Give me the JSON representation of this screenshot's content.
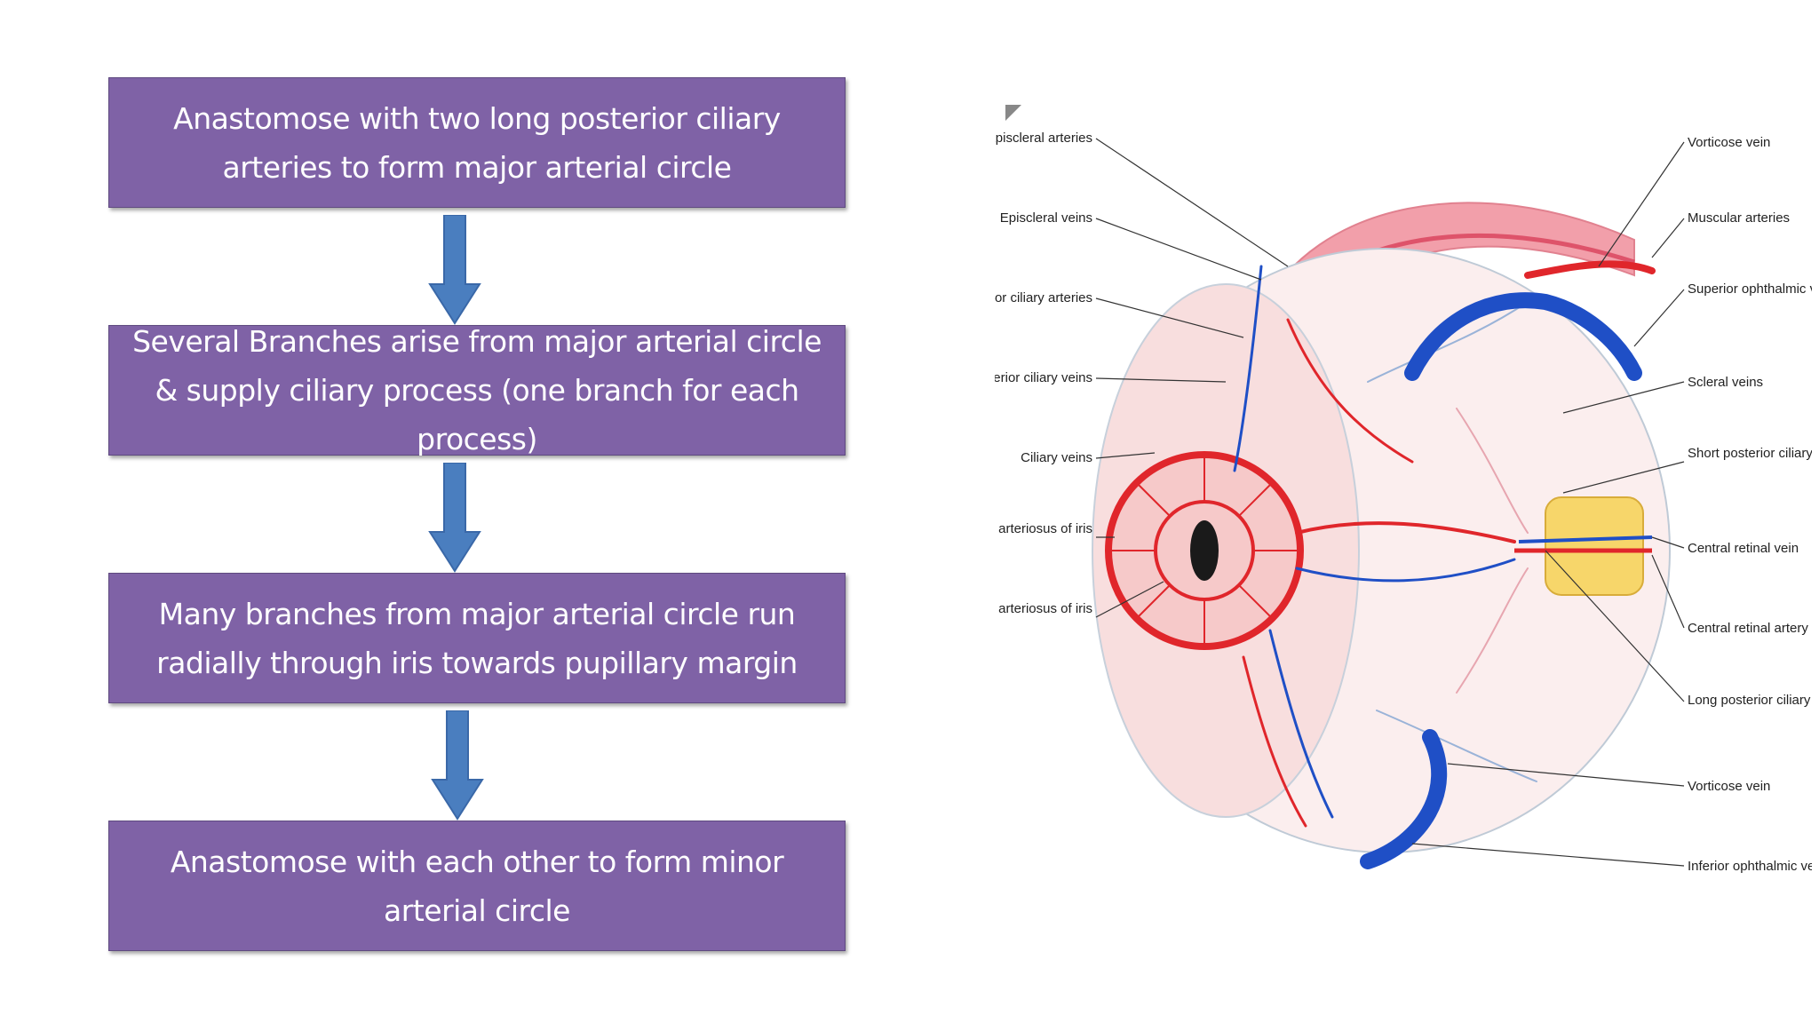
{
  "flowchart": {
    "steps": [
      "Anastomose with two long posterior ciliary arteries to form major arterial circle",
      "Several Branches arise from major arterial circle & supply ciliary process (one branch for each  process)",
      "Many branches from major arterial circle run radially through iris towards pupillary margin",
      "Anastomose with each other to form minor arterial circle"
    ],
    "box_color": "#7f62a6",
    "arrow_color": "#4a7ebf"
  },
  "eye_diagram": {
    "labels_left": [
      "Episcleral arteries",
      "Episcleral veins",
      "Anterior ciliary arteries",
      "Anterior ciliary veins",
      "Ciliary veins",
      "Major circulus arteriosus of iris",
      "Minor circulus arteriosus of iris"
    ],
    "labels_right": [
      "Vorticose vein",
      "Muscular arteries",
      "Superior ophthalmic vein",
      "Scleral veins",
      "Short posterior ciliary arteries",
      "Central retinal vein",
      "Central retinal artery",
      "Long posterior ciliary arteries",
      "Vorticose vein",
      "Inferior ophthalmic vein"
    ],
    "artery_color": "#e0262b",
    "vein_color": "#1f4fc6"
  }
}
